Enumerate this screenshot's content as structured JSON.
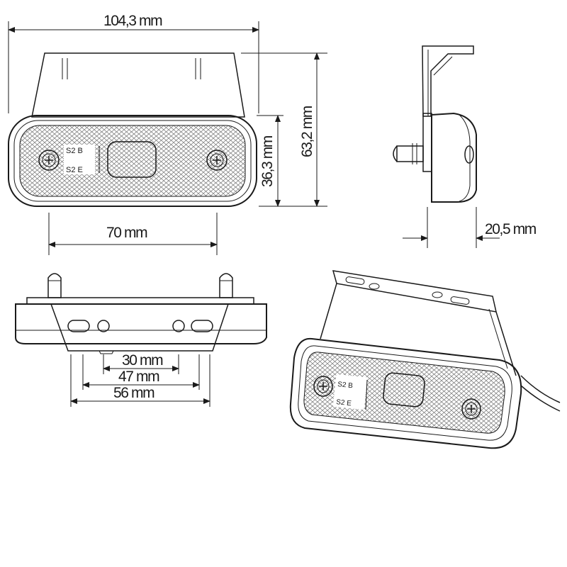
{
  "dimensions": {
    "overall_width": "104,3 mm",
    "overall_height": "63,2 mm",
    "lens_height": "36,3 mm",
    "screw_spacing": "70 mm",
    "depth": "20,5 mm",
    "bracket_hole_30": "30 mm",
    "bracket_hole_47": "47 mm",
    "bracket_hole_56": "56 mm"
  },
  "lens_markings": {
    "line1": "S2 B",
    "line2": "S2 E"
  },
  "colors": {
    "line": "#1a1a1a",
    "body_fill": "#ffffff",
    "mesh": "#8a8a8a"
  }
}
